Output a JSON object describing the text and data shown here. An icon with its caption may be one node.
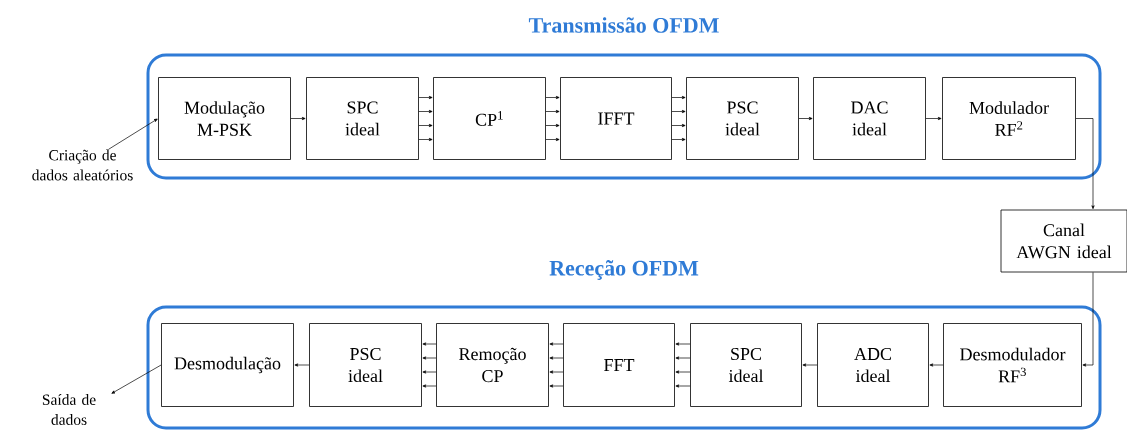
{
  "diagram": {
    "nodes": [
      {
        "text": [
          "Transmissão OFDM"
        ]
      },
      {
        "text": [
          "Modulação M-PSK"
        ],
        "in": 0
      },
      {
        "text": [
          "SPC ideal"
        ],
        "in": 0
      },
      {
        "text": [
          "CP$^{1}$"
        ],
        "in": 0
      },
      {
        "text": [
          "IFFT"
        ],
        "in": 0
      },
      {
        "text": [
          "PSC ideal"
        ],
        "in": 0
      },
      {
        "text": [
          "DAC ideal"
        ],
        "in": 0
      },
      {
        "text": [
          "Modulador RF$^{2}$"
        ],
        "in": 0
      },
      {
        "text": [
          "Canal AWGN ideal"
        ]
      },
      {
        "text": [
          "Receção OFDM"
        ]
      },
      {
        "text": [
          "Desmodulação"
        ],
        "in": 9
      },
      {
        "text": [
          "PSC ideal"
        ],
        "in": 9
      },
      {
        "text": [
          "Remoção CP"
        ],
        "in": 9
      },
      {
        "text": [
          "FFT"
        ],
        "in": 9
      },
      {
        "text": [
          "SPC ideal"
        ],
        "in": 9
      },
      {
        "text": [
          "ADC ideal"
        ],
        "in": 9
      },
      {
        "text": [
          "Desmodulador RF$^{3}$"
        ],
        "in": 9
      },
      {
        "text": [
          "Criação de dados aleatórios"
        ]
      },
      {
        "text": [
          "Saída de dados"
        ]
      }
    ],
    "edges": [
      {
        "from": 17,
        "to": 1,
        "arrow": "to"
      },
      {
        "from": 1,
        "to": 2,
        "arrow": "to"
      },
      {
        "from": 2,
        "to": 3,
        "arrow": "to"
      },
      {
        "from": 2,
        "to": 3,
        "arrow": "to"
      },
      {
        "from": 2,
        "to": 3,
        "arrow": "to"
      },
      {
        "from": 2,
        "to": 3,
        "arrow": "to"
      },
      {
        "from": 3,
        "to": 4,
        "arrow": "to"
      },
      {
        "from": 3,
        "to": 4,
        "arrow": "to"
      },
      {
        "from": 3,
        "to": 4,
        "arrow": "to"
      },
      {
        "from": 3,
        "to": 4,
        "arrow": "to"
      },
      {
        "from": 4,
        "to": 5,
        "arrow": "to"
      },
      {
        "from": 4,
        "to": 5,
        "arrow": "to"
      },
      {
        "from": 4,
        "to": 5,
        "arrow": "to"
      },
      {
        "from": 4,
        "to": 5,
        "arrow": "to"
      },
      {
        "from": 5,
        "to": 6,
        "arrow": "to"
      },
      {
        "from": 6,
        "to": 7,
        "arrow": "to"
      },
      {
        "from": 7,
        "to": 8,
        "arrow": "to"
      },
      {
        "from": 8,
        "to": 16,
        "arrow": "to"
      },
      {
        "from": 16,
        "to": 15,
        "arrow": "to"
      },
      {
        "from": 15,
        "to": 14,
        "arrow": "to"
      },
      {
        "from": 14,
        "to": 13,
        "arrow": "to"
      },
      {
        "from": 14,
        "to": 13,
        "arrow": "to"
      },
      {
        "from": 14,
        "to": 13,
        "arrow": "to"
      },
      {
        "from": 14,
        "to": 13,
        "arrow": "to"
      },
      {
        "from": 13,
        "to": 12,
        "arrow": "to"
      },
      {
        "from": 13,
        "to": 12,
        "arrow": "to"
      },
      {
        "from": 13,
        "to": 12,
        "arrow": "to"
      },
      {
        "from": 13,
        "to": 12,
        "arrow": "to"
      },
      {
        "from": 12,
        "to": 11,
        "arrow": "to"
      },
      {
        "from": 12,
        "to": 11,
        "arrow": "to"
      },
      {
        "from": 12,
        "to": 11,
        "arrow": "to"
      },
      {
        "from": 12,
        "to": 11,
        "arrow": "to"
      },
      {
        "from": 11,
        "to": 10,
        "arrow": "to"
      },
      {
        "from": 10,
        "to": 18,
        "arrow": "to"
      }
    ]
  }
}
